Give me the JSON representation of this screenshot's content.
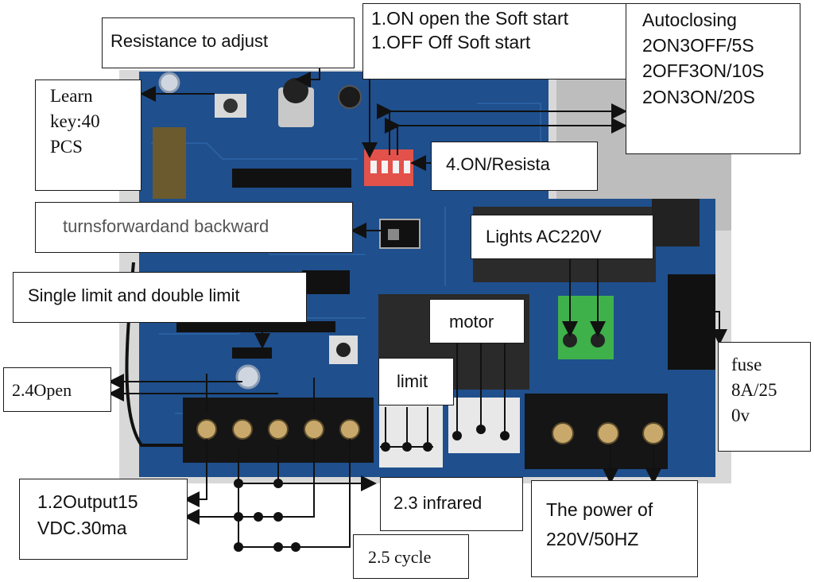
{
  "labels": {
    "resistance": "Resistance to adjust",
    "soft_start": [
      "1.ON open the Soft start",
      "1.OFF Off Soft start"
    ],
    "autoclosing": [
      "Autoclosing",
      "2ON3OFF/5S",
      "2OFF3ON/10S",
      "2ON3ON/20S"
    ],
    "learn_key": [
      "Learn",
      "key:40",
      "PCS"
    ],
    "resista": "4.ON/Resista",
    "turns": "turnsforwardand backward",
    "lights": "Lights AC220V",
    "single_double": "Single limit and double limit",
    "motor": "motor",
    "limit": "limit",
    "open": "2.4Open",
    "fuse": [
      "fuse",
      "8A/25",
      "0v"
    ],
    "output": [
      "1.2Output15",
      "VDC.30ma"
    ],
    "infrared": "2.3 infrared",
    "power": [
      "The power of",
      "220V/50HZ"
    ],
    "cycle": "2.5 cycle"
  },
  "colors": {
    "board": "#1f4f8c",
    "board_dark": "#173e70",
    "terminal_green": "#3fb14b",
    "dip_red": "#e2524b"
  }
}
